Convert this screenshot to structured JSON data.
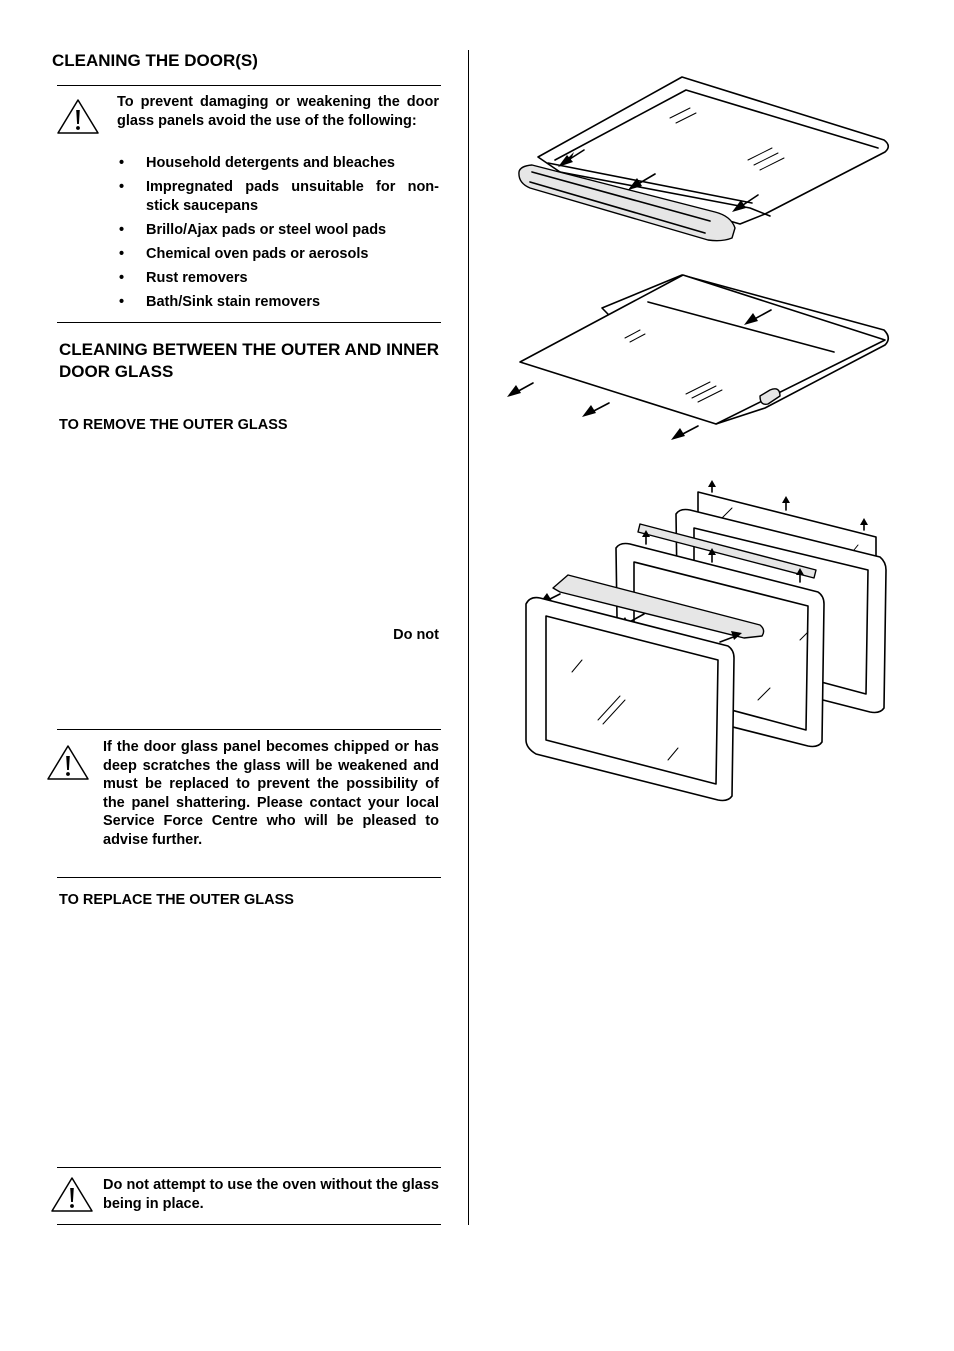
{
  "heading_doors": "CLEANING THE DOOR(S)",
  "warning1": {
    "intro": "To prevent damaging or weakening the door glass panels avoid the use of the following:",
    "items": [
      "Household detergents and bleaches",
      "Impregnated pads unsuitable for non-stick saucepans",
      "Brillo/Ajax pads or steel wool pads",
      "Chemical oven pads or aerosols",
      "Rust removers",
      "Bath/Sink stain removers"
    ]
  },
  "heading_between": "CLEANING BETWEEN THE OUTER AND INNER DOOR GLASS",
  "heading_remove": "TO REMOVE THE OUTER GLASS",
  "remove_fragment": "Do  not",
  "warning2": "If the door glass panel becomes chipped or has deep scratches the glass will be weakened and must be replaced to prevent the possibility of the panel shattering. Please contact your local Service Force Centre who will be pleased to advise further.",
  "heading_replace": "TO REPLACE THE OUTER GLASS",
  "warning3": "Do not attempt to use the oven without the glass being in place.",
  "icons": [
    "warning-triangle-icon",
    "door-trim-removal-illustration",
    "outer-glass-removal-illustration",
    "door-glass-panels-exploded-illustration"
  ]
}
